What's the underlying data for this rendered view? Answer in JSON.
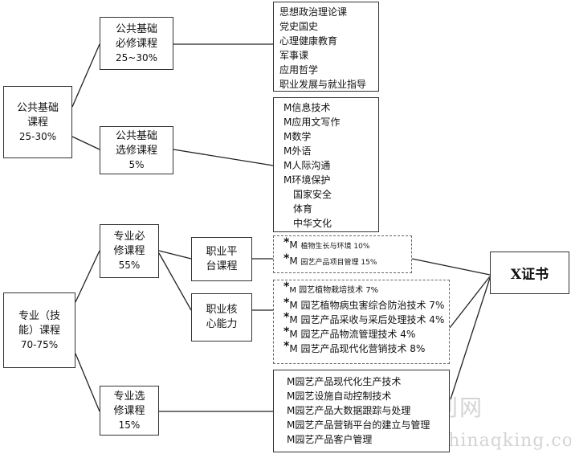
{
  "nodes": {
    "public_basic": [
      "公共基础",
      "课程",
      "25-30%"
    ],
    "public_required": [
      "公共基础",
      "必修课程",
      "25~30%"
    ],
    "public_elective": [
      "公共基础",
      "选修课程",
      "5%"
    ],
    "major": [
      "专业（技",
      "能）课程",
      "70-75%"
    ],
    "major_required": [
      "专业必",
      "修课程",
      "55%"
    ],
    "major_elective": [
      "专业选",
      "修课程",
      "15%"
    ],
    "platform": [
      "职业平",
      "台课程"
    ],
    "core": [
      "职业核",
      "心能力"
    ],
    "certificate": "X证书"
  },
  "lists": {
    "public_required_courses": [
      "思想政治理论课",
      "党史国史",
      "心理健康教育",
      "军事课",
      "应用哲学",
      "职业发展与就业指导"
    ],
    "public_elective_courses": [
      "M信息技术",
      "M应用文写作",
      "M数学",
      "M外语",
      "M人际沟通",
      "M环境保护"
    ],
    "public_elective_extra": [
      "国家安全",
      "体育",
      "中华文化"
    ],
    "platform_courses": [
      {
        "star": "*",
        "prefix": "M",
        "name": "植物生长与环境 10%"
      },
      {
        "star": "*",
        "prefix": "M",
        "name": "园艺产品项目管理 15%"
      }
    ],
    "core_courses": [
      {
        "star": "*",
        "text": "M 园艺植物栽培技术 7%"
      },
      {
        "star": "*",
        "text": "M 园艺植物病虫害综合防治技术 7%"
      },
      {
        "star": "*",
        "text": "M 园艺产品采收与采后处理技术 4%"
      },
      {
        "star": "*",
        "text": "M 园艺产品物流管理技术 4%"
      },
      {
        "star": "*",
        "text": "M 园艺产品现代化营销技术 8%"
      }
    ],
    "major_elective_courses": [
      "M园艺产品现代化生产技术",
      "M园艺设施自动控制技术",
      "M园艺产品大数据跟踪与处理",
      "M园艺产品营销平台的建立与管理",
      "M园艺产品客户管理"
    ]
  },
  "watermark": {
    "cn": "中国期刊网",
    "url": "www.chinaqking.com"
  }
}
